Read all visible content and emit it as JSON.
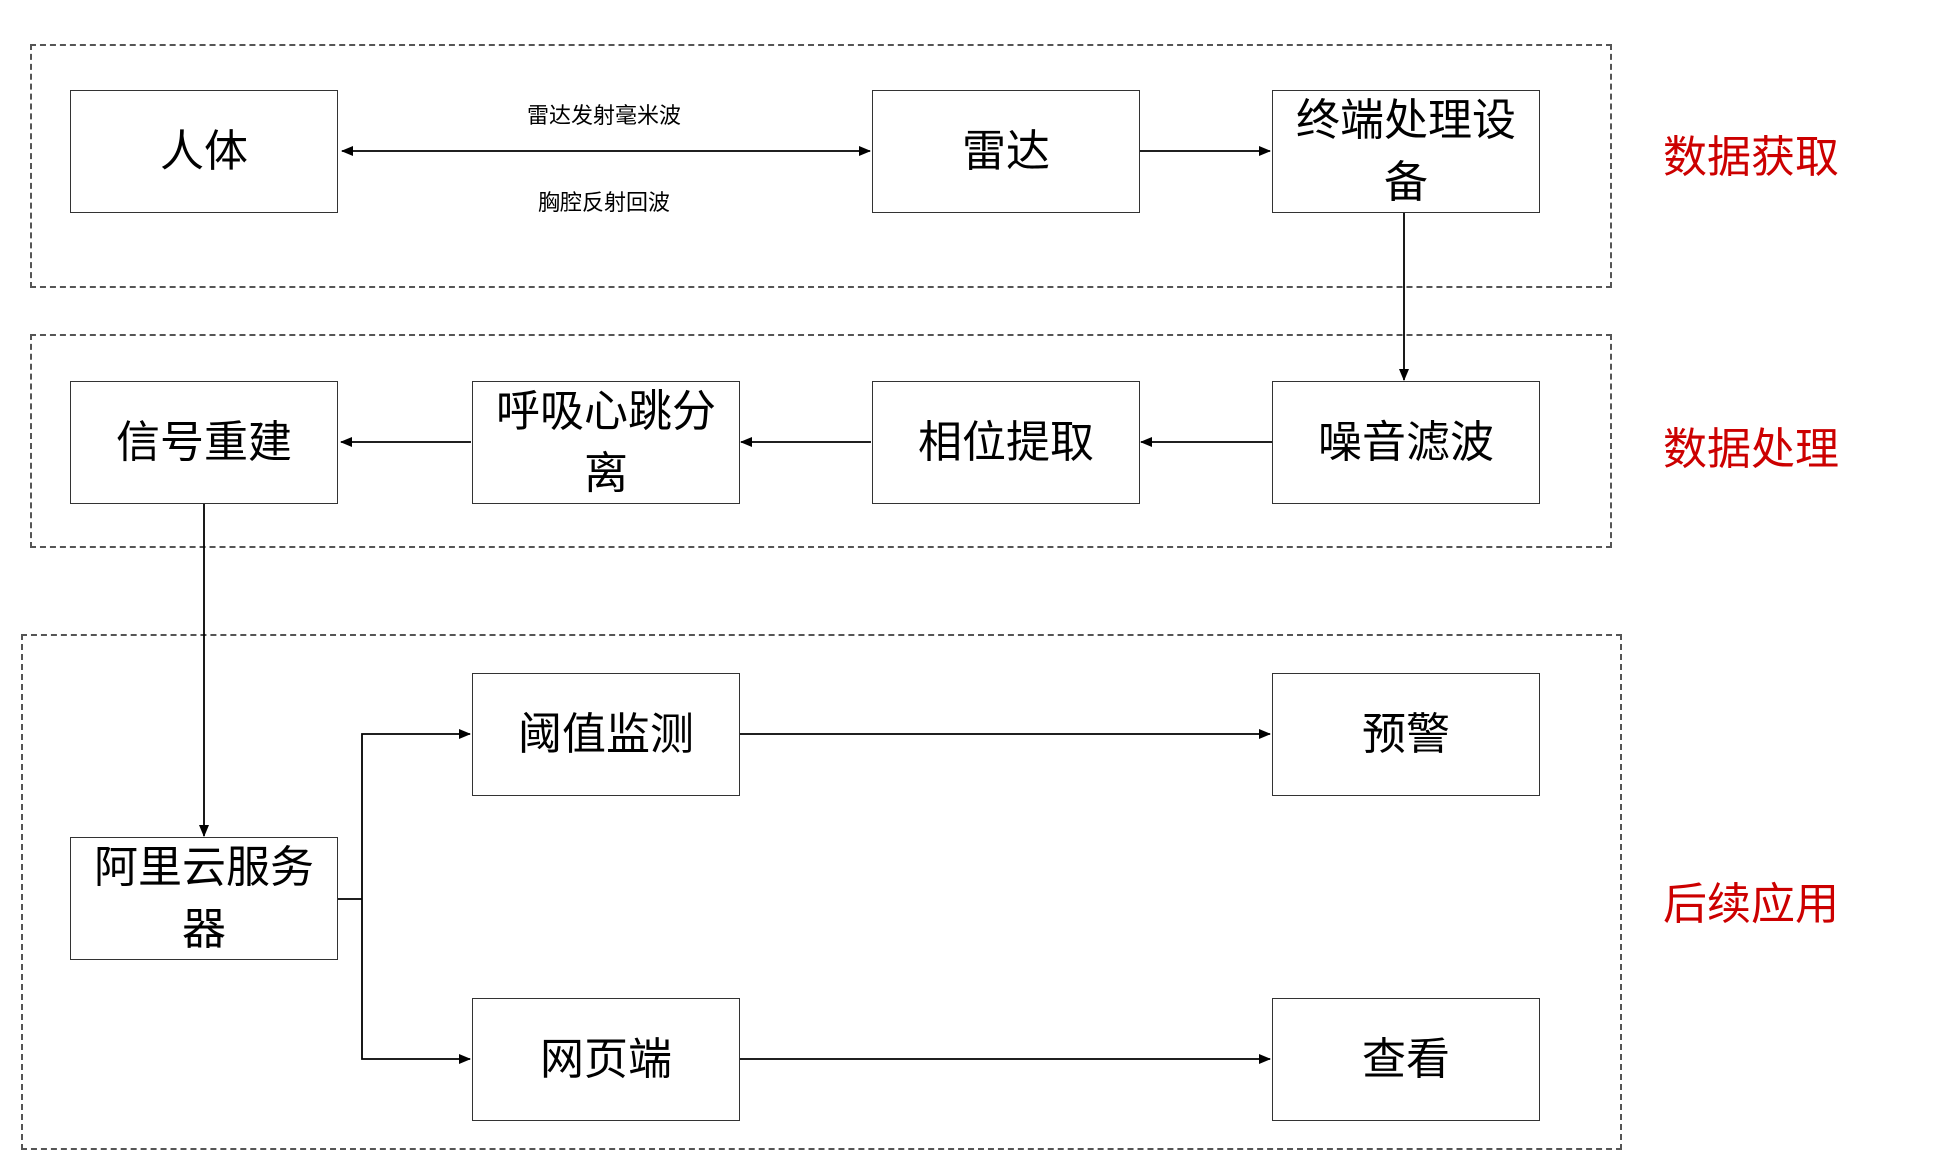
{
  "stages": {
    "acquisition": "数据获取",
    "processing": "数据处理",
    "application": "后续应用"
  },
  "nodes": {
    "human": "人体",
    "radar": "雷达",
    "terminal": "终端处理设备",
    "noise_filter": "噪音滤波",
    "phase_extract": "相位提取",
    "separation": "呼吸心跳分离",
    "reconstruct": "信号重建",
    "aliyun": "阿里云服务器",
    "threshold": "阈值监测",
    "alert": "预警",
    "web": "网页端",
    "view": "查看"
  },
  "edges": {
    "transmit": "雷达发射毫米波",
    "reflect": "胸腔反射回波"
  },
  "colors": {
    "stage_label": "#cc0000",
    "line": "#000000",
    "dashed_border": "#555555"
  }
}
